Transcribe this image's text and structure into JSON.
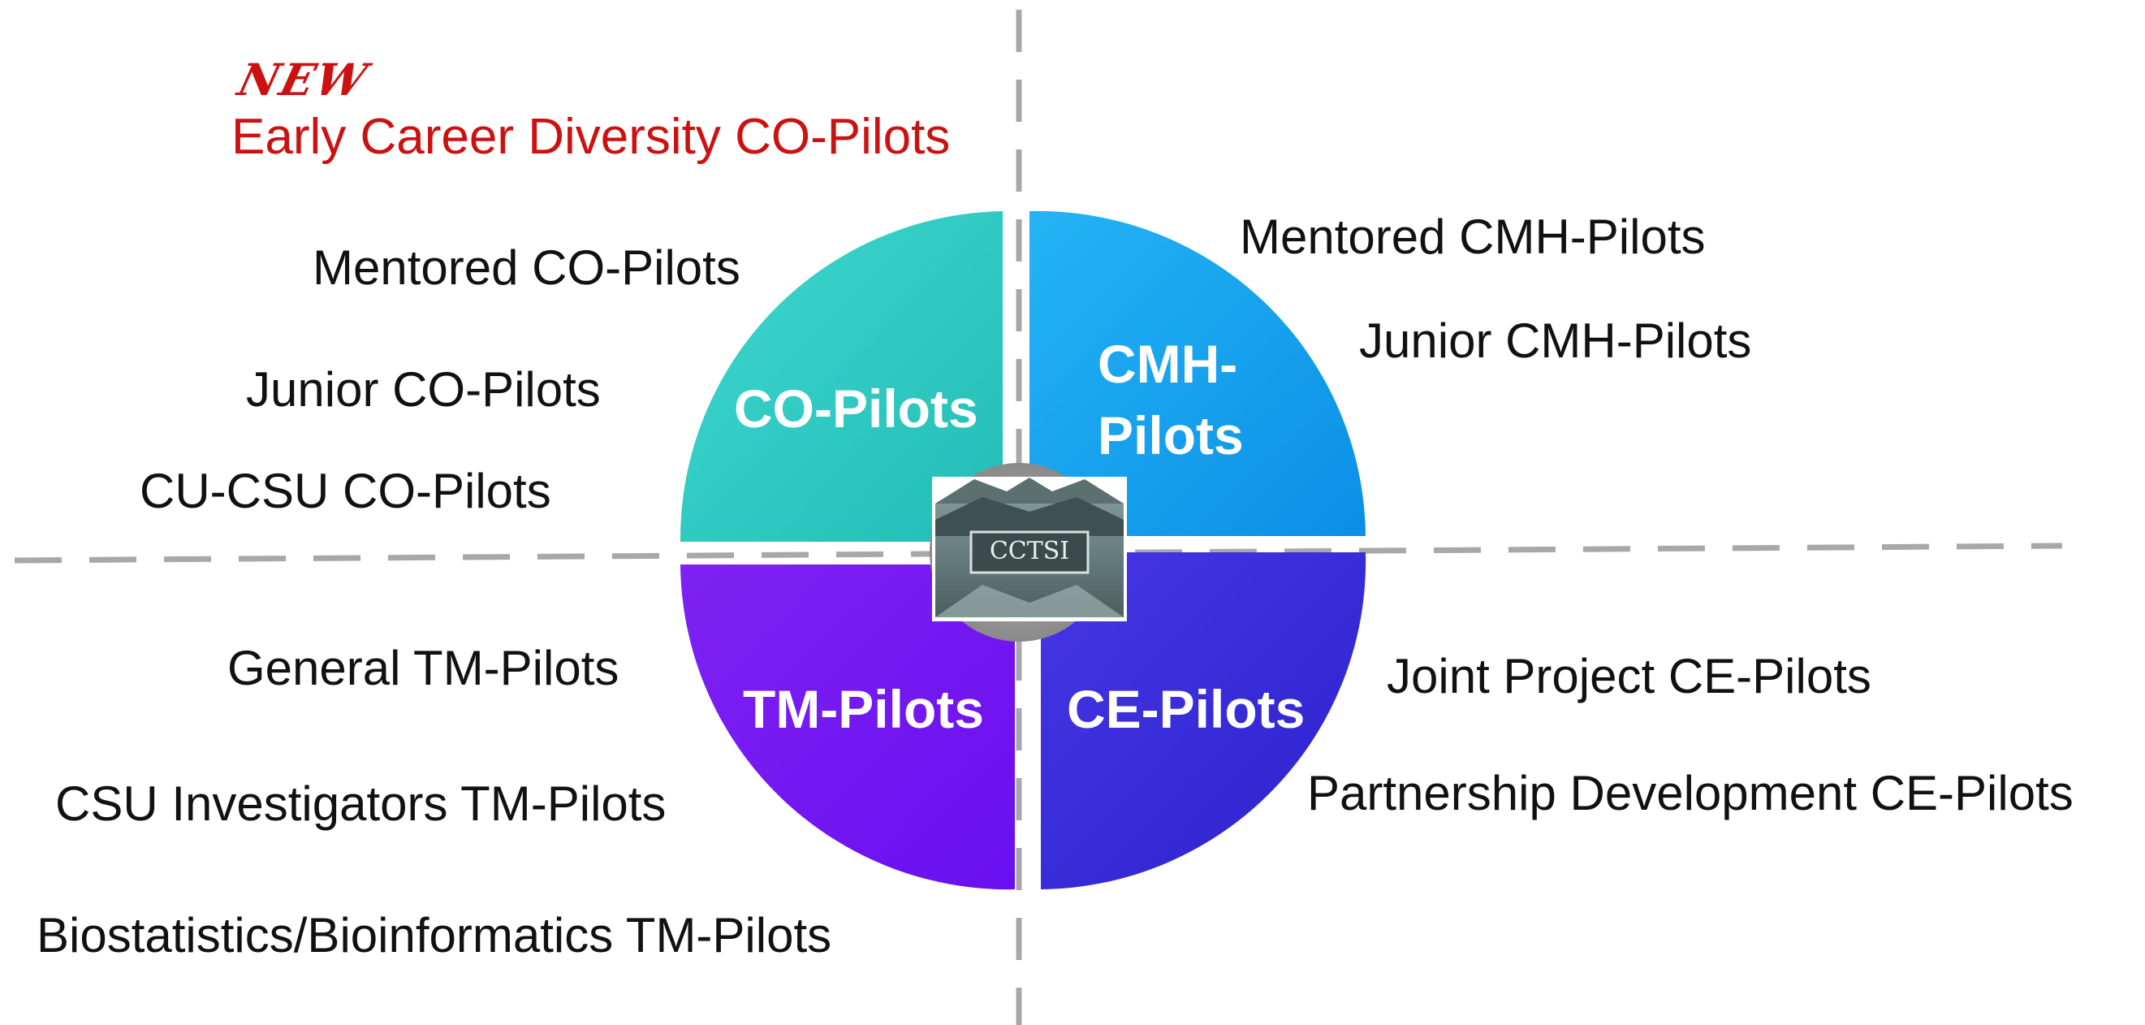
{
  "colors": {
    "red": "#cc1111",
    "co": "#33cfc7",
    "cmh": "#1aa7f2",
    "tm": "#7b1af0",
    "ce": "#3a2ee0",
    "divider": "#a8a8a8"
  },
  "new_section": {
    "tag": "NEW",
    "title": "Early Career Diversity CO-Pilots"
  },
  "quadrants": {
    "co": {
      "name": "CO-Pilots",
      "items": [
        "Mentored CO-Pilots",
        "Junior CO-Pilots",
        "CU-CSU CO-Pilots"
      ]
    },
    "cmh": {
      "name_line1": "CMH-",
      "name_line2": "Pilots",
      "items": [
        "Mentored CMH-Pilots",
        "Junior CMH-Pilots"
      ]
    },
    "tm": {
      "name": "TM-Pilots",
      "items": [
        "General TM-Pilots",
        "CSU Investigators TM-Pilots",
        "Biostatistics/Bioinformatics TM-Pilots"
      ]
    },
    "ce": {
      "name": "CE-Pilots",
      "items": [
        "Joint Project CE-Pilots",
        "Partnership Development CE-Pilots"
      ]
    }
  },
  "center_logo": {
    "text": "CCTSI"
  }
}
